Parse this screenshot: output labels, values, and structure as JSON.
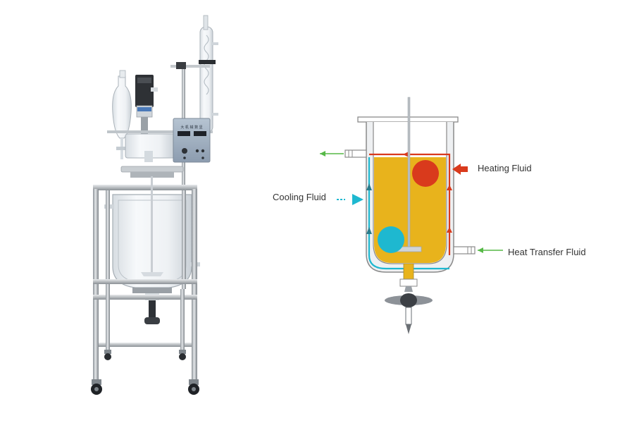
{
  "labels": {
    "heating_fluid": "Heating Fluid",
    "cooling_fluid": "Cooling Fluid",
    "heat_transfer_fluid": "Heat Transfer Fluid"
  },
  "control_box": {
    "text": "大 机 械 数 显"
  },
  "colors": {
    "heating": "#d93a1c",
    "cooling": "#1eb8d0",
    "fluid_in_out": "#56b947",
    "contents": "#e8b31c",
    "outline": "#8a8a8a",
    "glass": "#e9ecef",
    "steel": "#b9bec3"
  }
}
